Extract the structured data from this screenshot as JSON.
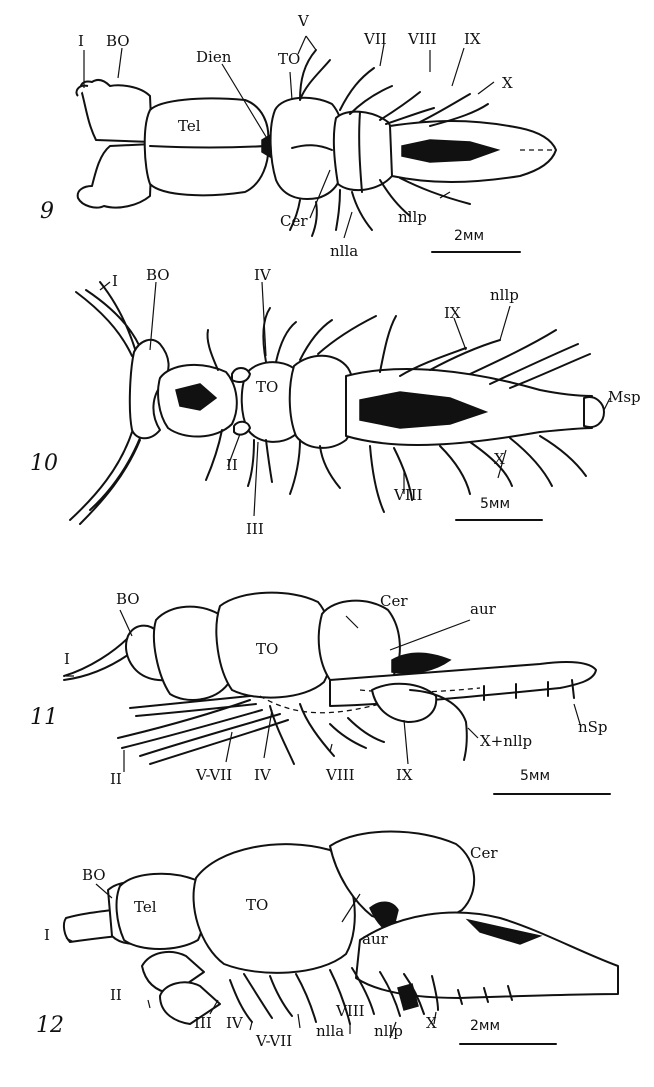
{
  "figures": [
    {
      "number": "9",
      "labels": {
        "I": "I",
        "BO": "BO",
        "Dien": "Dien",
        "TO": "TO",
        "V": "V",
        "VII": "VII",
        "VIII": "VIII",
        "IX": "IX",
        "X": "X",
        "Tel": "Tel",
        "Cer": "Cer",
        "nllp": "nllp",
        "nlla": "nllа"
      },
      "scale": "2мм"
    },
    {
      "number": "10",
      "labels": {
        "I": "I",
        "BO": "BO",
        "IV": "IV",
        "IX": "IX",
        "nllp": "nllp",
        "TO": "TO",
        "Msp": "Msp",
        "II": "II",
        "III": "III",
        "VIII": "VIII",
        "X": "X"
      },
      "scale": "5мм"
    },
    {
      "number": "11",
      "labels": {
        "BO": "BO",
        "Cer": "Cer",
        "aur": "aur",
        "I": "I",
        "TO": "TO",
        "II": "II",
        "V_VII": "V-VII",
        "IV": "IV",
        "VIII": "VIII",
        "IX": "IX",
        "X_nllp": "X+nllp",
        "nSp": "nSp"
      },
      "scale": "5мм"
    },
    {
      "number": "12",
      "labels": {
        "BO": "BO",
        "Tel": "Tel",
        "TO": "TO",
        "Cer": "Cer",
        "I": "I",
        "aur": "aur",
        "II": "II",
        "III": "III",
        "IV": "IV",
        "V_VII": "V-VII",
        "nlla": "nllа",
        "VIII": "VIII",
        "nllp": "nllp",
        "X": "X"
      },
      "scale": "2мм"
    }
  ]
}
